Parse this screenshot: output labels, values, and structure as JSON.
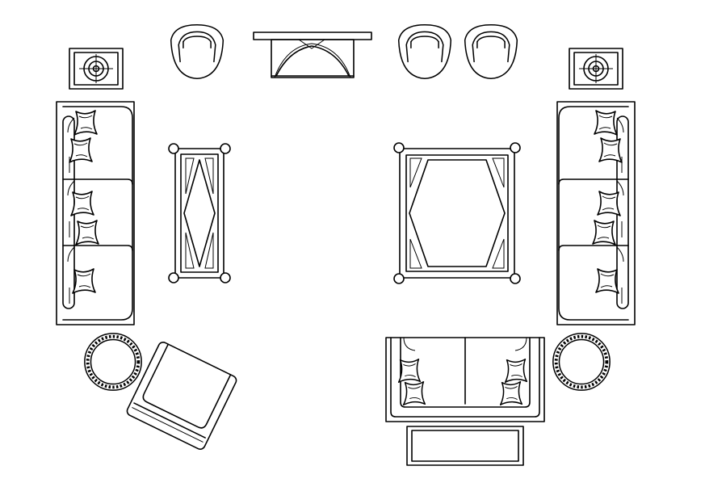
{
  "drawing": {
    "kind": "furniture-layout-plan",
    "line_color": "#000000",
    "background_color": "#ffffff",
    "elements": [
      {
        "name": "lamp-table-left",
        "icon": "lamp-icon"
      },
      {
        "name": "lamp-table-right",
        "icon": "lamp-icon"
      },
      {
        "name": "chair-top-1",
        "icon": "chair-icon"
      },
      {
        "name": "chair-top-2",
        "icon": "chair-icon"
      },
      {
        "name": "chair-top-3",
        "icon": "chair-icon"
      },
      {
        "name": "console-table-top",
        "icon": "table-icon"
      },
      {
        "name": "sofa-left",
        "icon": "sofa-icon",
        "seats": 3,
        "cushions": 5
      },
      {
        "name": "sofa-right",
        "icon": "sofa-icon",
        "seats": 3,
        "cushions": 5
      },
      {
        "name": "coffee-table-narrow",
        "icon": "table-icon"
      },
      {
        "name": "coffee-table-square",
        "icon": "table-icon"
      },
      {
        "name": "round-side-table-left",
        "icon": "round-table-icon"
      },
      {
        "name": "round-side-table-right",
        "icon": "round-table-icon"
      },
      {
        "name": "armchair-rotated",
        "icon": "armchair-icon"
      },
      {
        "name": "loveseat-bottom",
        "icon": "sofa-icon",
        "seats": 2,
        "cushions": 4
      },
      {
        "name": "bench-bottom",
        "icon": "bench-icon"
      }
    ]
  }
}
